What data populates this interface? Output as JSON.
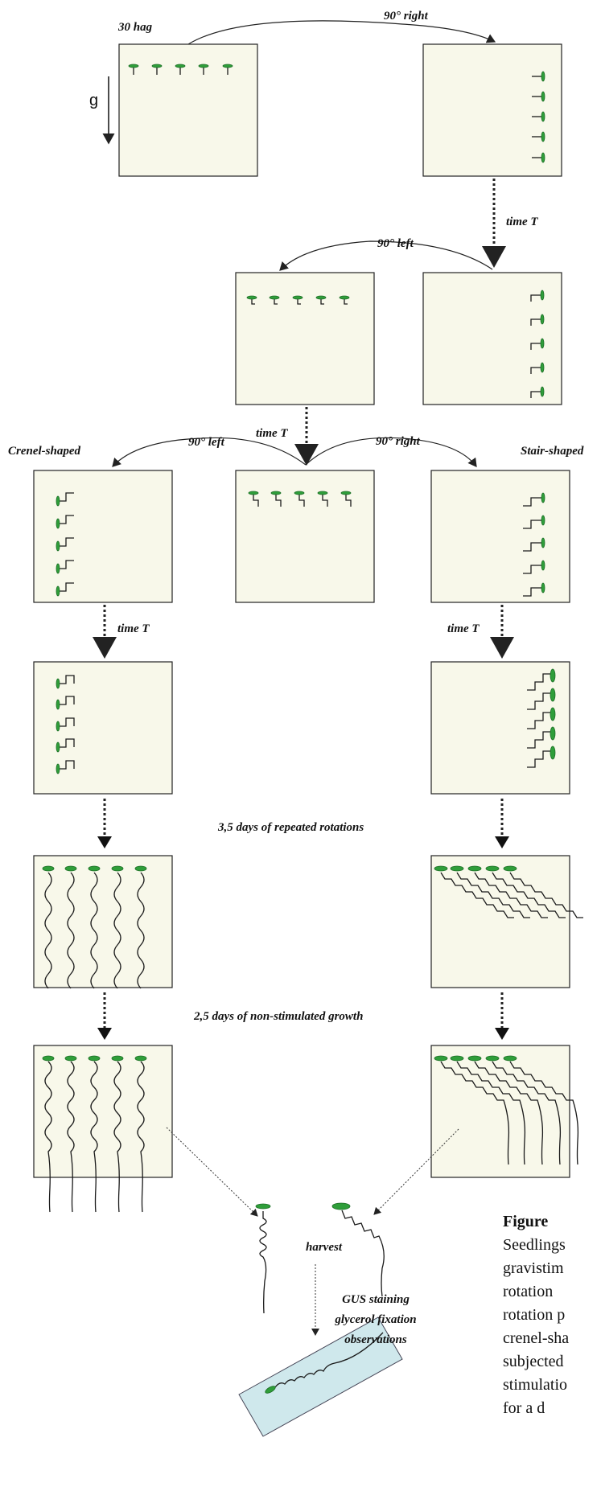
{
  "labels": {
    "start_age": "30 hag",
    "gravity": "g",
    "rot_right_1": "90° right",
    "time_1": "time T",
    "rot_left_1": "90° left",
    "time_2": "time T",
    "rot_left_2": "90° left",
    "rot_right_2": "90° right",
    "crenel": "Crenel-shaped",
    "stair": "Stair-shaped",
    "time_left": "time T",
    "time_right": "time T",
    "repeated": "3,5 days of repeated rotations",
    "nonstim": "2,5 days of non-stimulated growth",
    "harvest": "harvest",
    "gus_1": "GUS staining",
    "gus_2": "glycerol fixation",
    "gus_3": "observations"
  },
  "caption": {
    "title": "Figure",
    "lines": [
      "Seedlings",
      "gravistim",
      "rotation",
      "rotation p",
      "crenel-sha",
      "subjected",
      "stimulatio",
      "for a d"
    ]
  },
  "colors": {
    "panel_fill": "#f8f8ea",
    "leaf": "#2f9e3a",
    "slide": "#cfe8ec"
  }
}
